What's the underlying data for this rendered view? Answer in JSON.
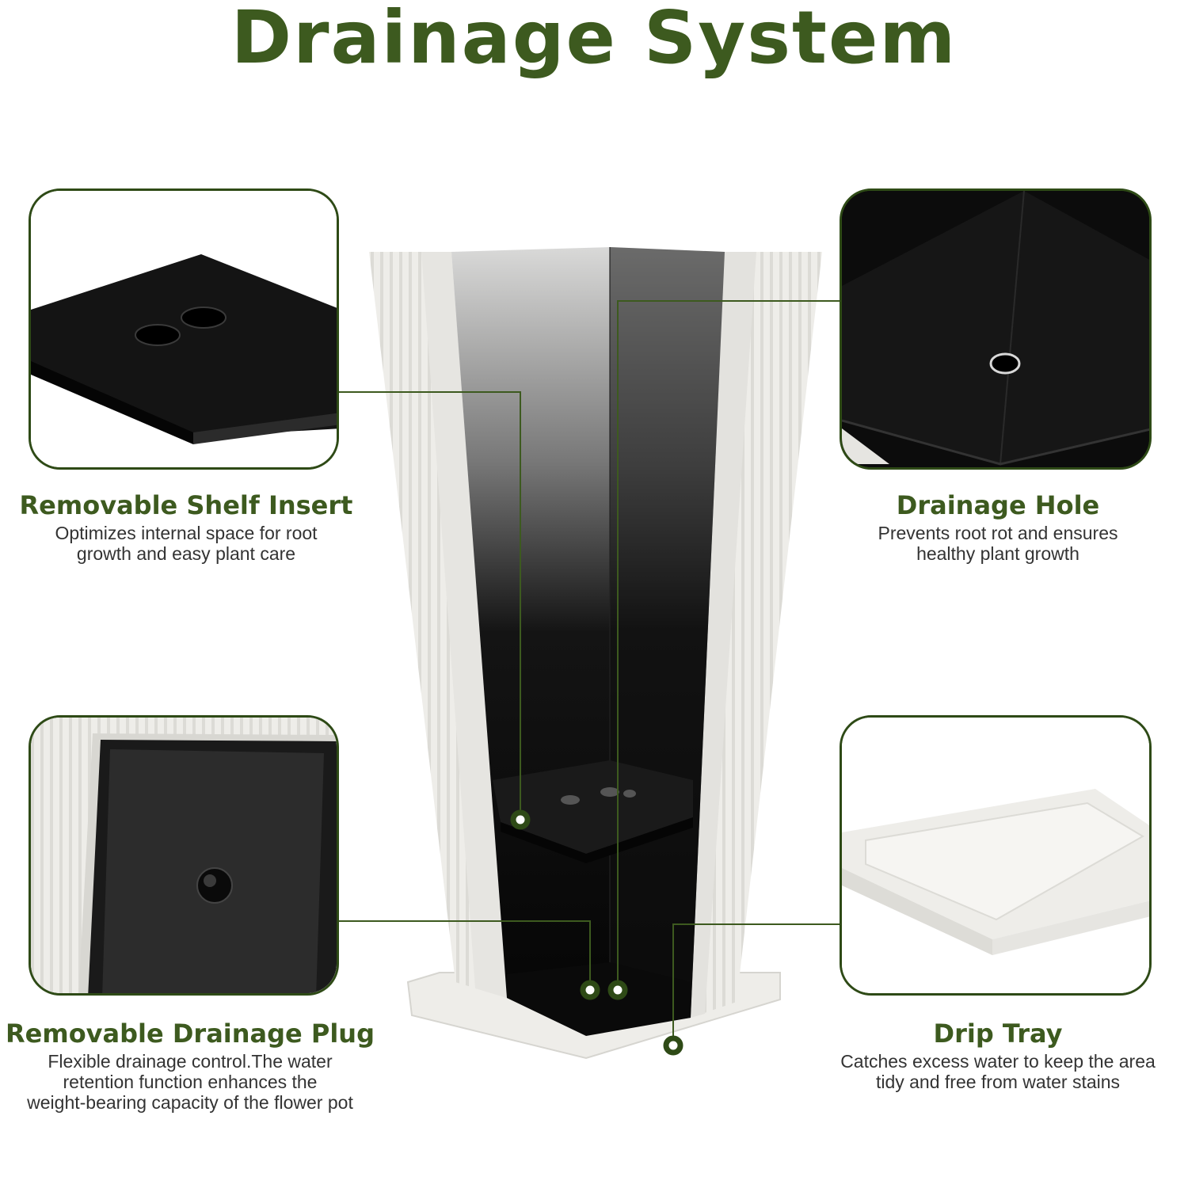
{
  "title": "Drainage System",
  "features": {
    "shelf": {
      "title": "Removable Shelf Insert",
      "desc_lines": [
        "Optimizes internal space for root",
        "growth and easy plant care"
      ]
    },
    "hole": {
      "title": "Drainage Hole",
      "desc_lines": [
        "Prevents root rot and ensures",
        "healthy plant growth"
      ]
    },
    "plug": {
      "title": "Removable Drainage Plug",
      "desc_lines": [
        "Flexible drainage control.The water",
        "retention function enhances the",
        "weight-bearing capacity of the flower pot"
      ]
    },
    "tray": {
      "title": "Drip Tray",
      "desc_lines": [
        "Catches excess water to keep the area",
        "tidy and free from water stains"
      ]
    }
  },
  "colors": {
    "brand_green": "#3d5a1f",
    "pot_white": "#efeeeb",
    "interior_black": "#0c0c0c"
  }
}
